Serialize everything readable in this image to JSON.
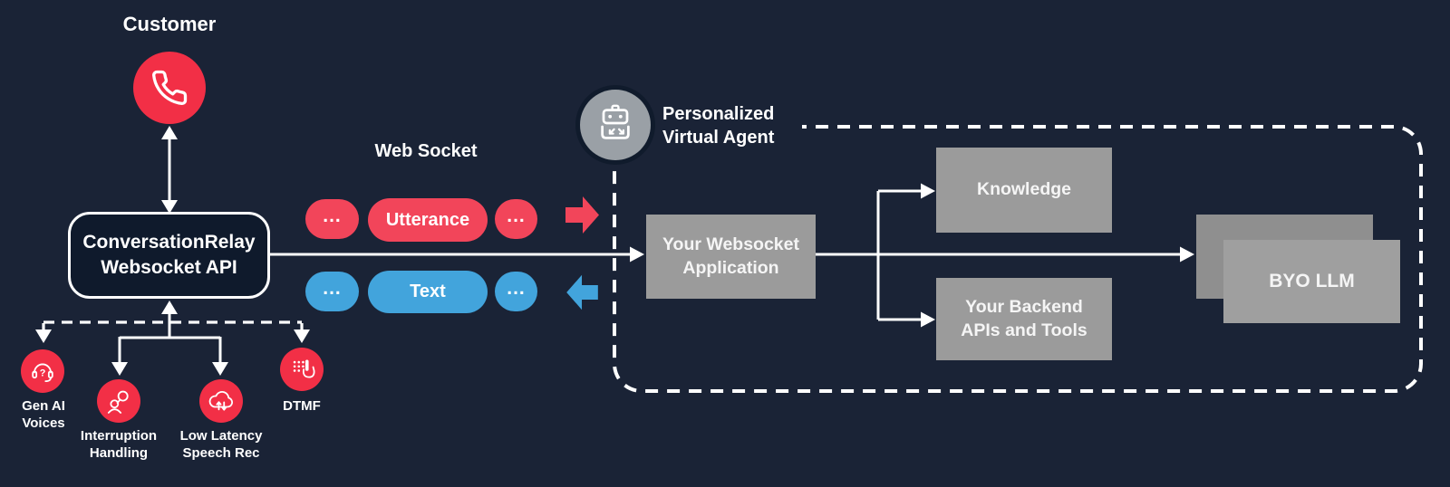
{
  "colors": {
    "background": "#1a2336",
    "brand_red": "#f22f46",
    "pill_red": "#f2455a",
    "accent_blue": "#42a4dc",
    "box_gray": "#9b9b9b",
    "line_white": "#ffffff"
  },
  "customer": {
    "label": "Customer",
    "icon": "phone-icon"
  },
  "relay_box": {
    "line1": "ConversationRelay",
    "line2": "Websocket API"
  },
  "web_socket": {
    "title": "Web Socket",
    "outbound_pills": [
      "...",
      "Utterance",
      "..."
    ],
    "inbound_pills": [
      "...",
      "Text",
      "..."
    ]
  },
  "virtual_agent": {
    "title_line1": "Personalized",
    "title_line2": "Virtual Agent",
    "icon": "robot-icon",
    "app_box": {
      "line1": "Your Websocket",
      "line2": "Application"
    },
    "knowledge_box": {
      "label": "Knowledge"
    },
    "backend_box": {
      "line1": "Your Backend",
      "line2": "APIs and Tools"
    },
    "llm_box": {
      "label": "BYO LLM"
    }
  },
  "features": [
    {
      "line1": "Gen AI",
      "line2": "Voices",
      "icon": "genai-voices-icon"
    },
    {
      "line1": "Interruption",
      "line2": "Handling",
      "icon": "interruption-handling-icon"
    },
    {
      "line1": "Low Latency",
      "line2": "Speech Rec",
      "icon": "speech-rec-icon"
    },
    {
      "line1": "DTMF",
      "line2": "",
      "icon": "dtmf-icon"
    }
  ]
}
